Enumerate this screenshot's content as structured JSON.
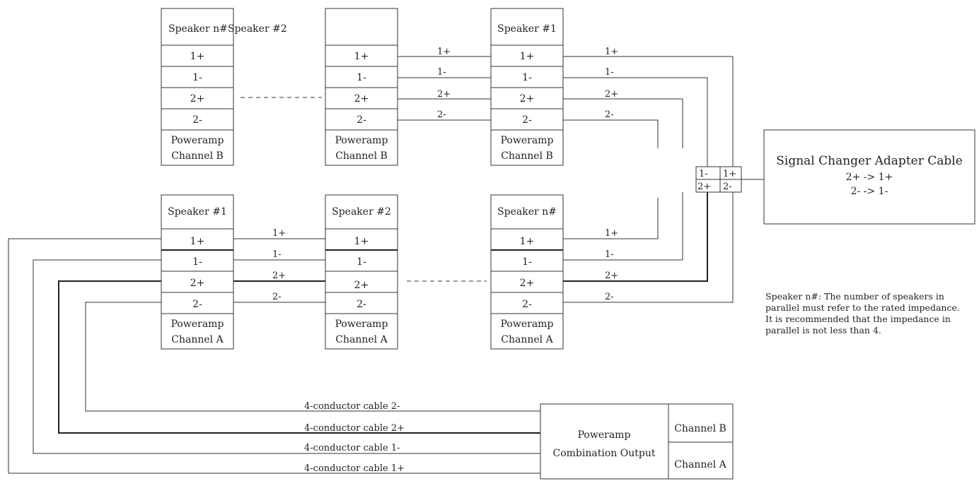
{
  "groups": {
    "top": [
      {
        "title": "Speaker n#",
        "title2": "Speaker #2",
        "terms": [
          "1+",
          "1-",
          "2+",
          "2-"
        ],
        "channel": [
          "Poweramp",
          "Channel B"
        ]
      },
      {
        "title": "",
        "terms": [
          "1+",
          "1-",
          "2+",
          "2-"
        ],
        "channel": [
          "Poweramp",
          "Channel B"
        ]
      },
      {
        "title": "Speaker #1",
        "terms": [
          "1+",
          "1-",
          "2+",
          "2-"
        ],
        "channel": [
          "Poweramp",
          "Channel B"
        ]
      }
    ],
    "bottom": [
      {
        "title": "Speaker #1",
        "terms": [
          "1+",
          "1-",
          "2+",
          "2-"
        ],
        "channel": [
          "Poweramp",
          "Channel A"
        ]
      },
      {
        "title": "Speaker #2",
        "terms": [
          "1+",
          "1-",
          "2+",
          "2-"
        ],
        "channel": [
          "Poweramp",
          "Channel A"
        ]
      },
      {
        "title": "Speaker n#",
        "terms": [
          "1+",
          "1-",
          "2+",
          "2-"
        ],
        "channel": [
          "Poweramp",
          "Channel A"
        ]
      }
    ]
  },
  "wire_labels": {
    "top_mid": [
      "1+",
      "1-",
      "2+",
      "2-"
    ],
    "top_right": [
      "1+",
      "1-",
      "2+",
      "2-"
    ],
    "bot_mid": [
      "1+",
      "1-",
      "2+",
      "2-"
    ],
    "bot_right": [
      "1+",
      "1-",
      "2+",
      "2-"
    ]
  },
  "connector": {
    "cells": [
      "1-",
      "1+",
      "2+",
      "2-"
    ]
  },
  "adapter": {
    "title": "Signal Changer Adapter Cable",
    "line1": "2+  ->  1+",
    "line2": "2-  ->  1-"
  },
  "note": [
    "Speaker n#: The number of speakers in",
    "parallel must refer to the rated impedance.",
    "It is recommended that the impedance in",
    "parallel is not less than 4."
  ],
  "output": {
    "title1": "Poweramp",
    "title2": "Combination Output",
    "ch_b": "Channel B",
    "ch_a": "Channel A"
  },
  "cables": [
    "4-conductor cable 2-",
    "4-conductor cable 2+",
    "4-conductor cable 1-",
    "4-conductor cable 1+"
  ]
}
